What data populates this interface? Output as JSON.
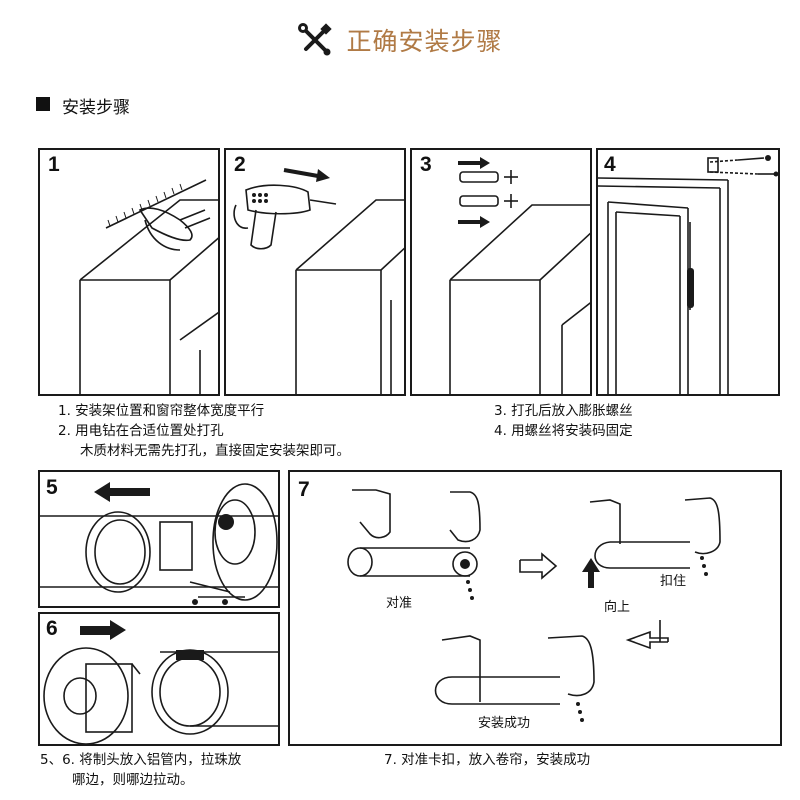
{
  "header": {
    "title": "正确安装步骤",
    "icon": "tools-icon",
    "title_color": "#b07a45"
  },
  "section": {
    "heading": "安装步骤"
  },
  "steps": [
    {
      "num": "1"
    },
    {
      "num": "2"
    },
    {
      "num": "3"
    },
    {
      "num": "4"
    },
    {
      "num": "5"
    },
    {
      "num": "6"
    },
    {
      "num": "7"
    }
  ],
  "captions": {
    "top_left": [
      "1. 安装架位置和窗帘整体宽度平行",
      "2. 用电钻在合适位置处打孔",
      "木质材料无需先打孔，直接固定安装架即可。"
    ],
    "top_right": [
      "3. 打孔后放入膨胀螺丝",
      "4. 用螺丝将安装码固定"
    ],
    "bottom_left": [
      "5、6. 将制头放入铝管内，拉珠放",
      "哪边，则哪边拉动。"
    ],
    "bottom_right": "7. 对准卡扣，放入卷帘，安装成功"
  },
  "step7_labels": {
    "align": "对准",
    "up": "向上",
    "clip": "扣住",
    "done": "安装成功"
  }
}
